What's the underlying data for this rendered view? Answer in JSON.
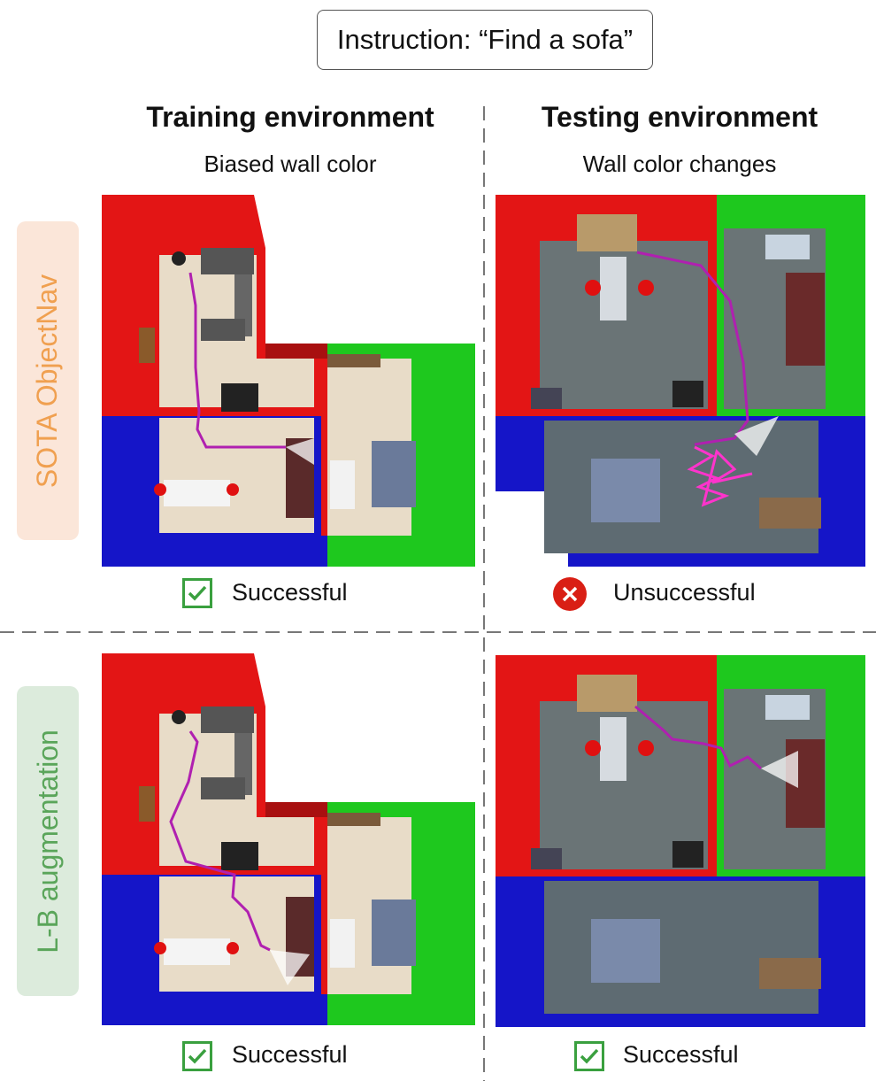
{
  "instruction": "Instruction: “Find a sofa”",
  "columns": [
    {
      "title": "Training environment",
      "subtitle": "Biased wall color"
    },
    {
      "title": "Testing environment",
      "subtitle": "Wall color changes"
    }
  ],
  "rows": [
    {
      "label": "SOTA ObjectNav",
      "label_color": "#f0a050",
      "label_bg": "#fbe6d9",
      "train_outcome": "Successful",
      "test_outcome": "Unsuccessful"
    },
    {
      "label": "L-B augmentation",
      "label_color": "#5aa55a",
      "label_bg": "#dcebdc",
      "train_outcome": "Successful",
      "test_outcome": "Successful"
    }
  ],
  "colors": {
    "wall_red": "#e31515",
    "wall_green": "#1ec81e",
    "wall_blue": "#1515c8",
    "trajectory": "#b020b0",
    "success": "#3aa03f",
    "fail": "#d91f15"
  },
  "icons": [
    "check-icon",
    "x-circle-icon"
  ]
}
